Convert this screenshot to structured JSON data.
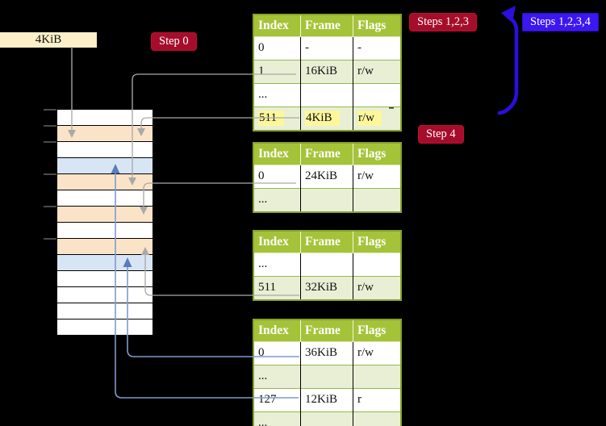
{
  "labels": {
    "size_box": "4KiB",
    "step0": "Step 0",
    "steps123": "Steps 1,2,3",
    "steps1234": "Steps 1,2,3,4",
    "step4": "Step 4"
  },
  "colors": {
    "table_header_bg": "#a5c338",
    "table_row_alt_bg": "#e9efd5",
    "table_border": "#86a22e",
    "highlight": "#fcf79b",
    "memory_orange": "#fbe3c8",
    "memory_blue": "#d8e5f5",
    "label_red_bg": "#a60d2b",
    "label_blue_bg": "#3c17ef",
    "connector_gray": "#a9a9a9",
    "connector_blue": "#7e9cc9",
    "connector_blue_head": "#5b7cba",
    "recursion_blue": "#2c0edd",
    "size_box_bg": "#fcefc9"
  },
  "page_tables": [
    {
      "headers": [
        "Index",
        "Frame",
        "Flags"
      ],
      "rows": [
        {
          "cells": [
            "0",
            "-",
            "-"
          ]
        },
        {
          "cells": [
            "1",
            "16KiB",
            "r/w"
          ]
        },
        {
          "cells": [
            "...",
            "",
            ""
          ]
        },
        {
          "cells": [
            "511",
            "4KiB",
            "r/w"
          ],
          "highlight": true
        }
      ]
    },
    {
      "headers": [
        "Index",
        "Frame",
        "Flags"
      ],
      "rows": [
        {
          "cells": [
            "0",
            "24KiB",
            "r/w"
          ]
        },
        {
          "cells": [
            "...",
            "",
            ""
          ]
        }
      ]
    },
    {
      "headers": [
        "Index",
        "Frame",
        "Flags"
      ],
      "rows": [
        {
          "cells": [
            "...",
            "",
            ""
          ]
        },
        {
          "cells": [
            "511",
            "32KiB",
            "r/w"
          ]
        }
      ]
    },
    {
      "headers": [
        "Index",
        "Frame",
        "Flags"
      ],
      "rows": [
        {
          "cells": [
            "0",
            "36KiB",
            "r/w"
          ]
        },
        {
          "cells": [
            "...",
            "",
            ""
          ]
        },
        {
          "cells": [
            "127",
            "12KiB",
            "r"
          ]
        },
        {
          "cells": [
            "...",
            "",
            ""
          ]
        }
      ]
    }
  ],
  "memory": {
    "rows": [
      "white",
      "orange",
      "white",
      "blue",
      "orange",
      "white",
      "orange",
      "white",
      "orange",
      "blue",
      "white",
      "white",
      "white",
      "white"
    ],
    "tick_ys": [
      135,
      155,
      175,
      215,
      255,
      295
    ]
  }
}
